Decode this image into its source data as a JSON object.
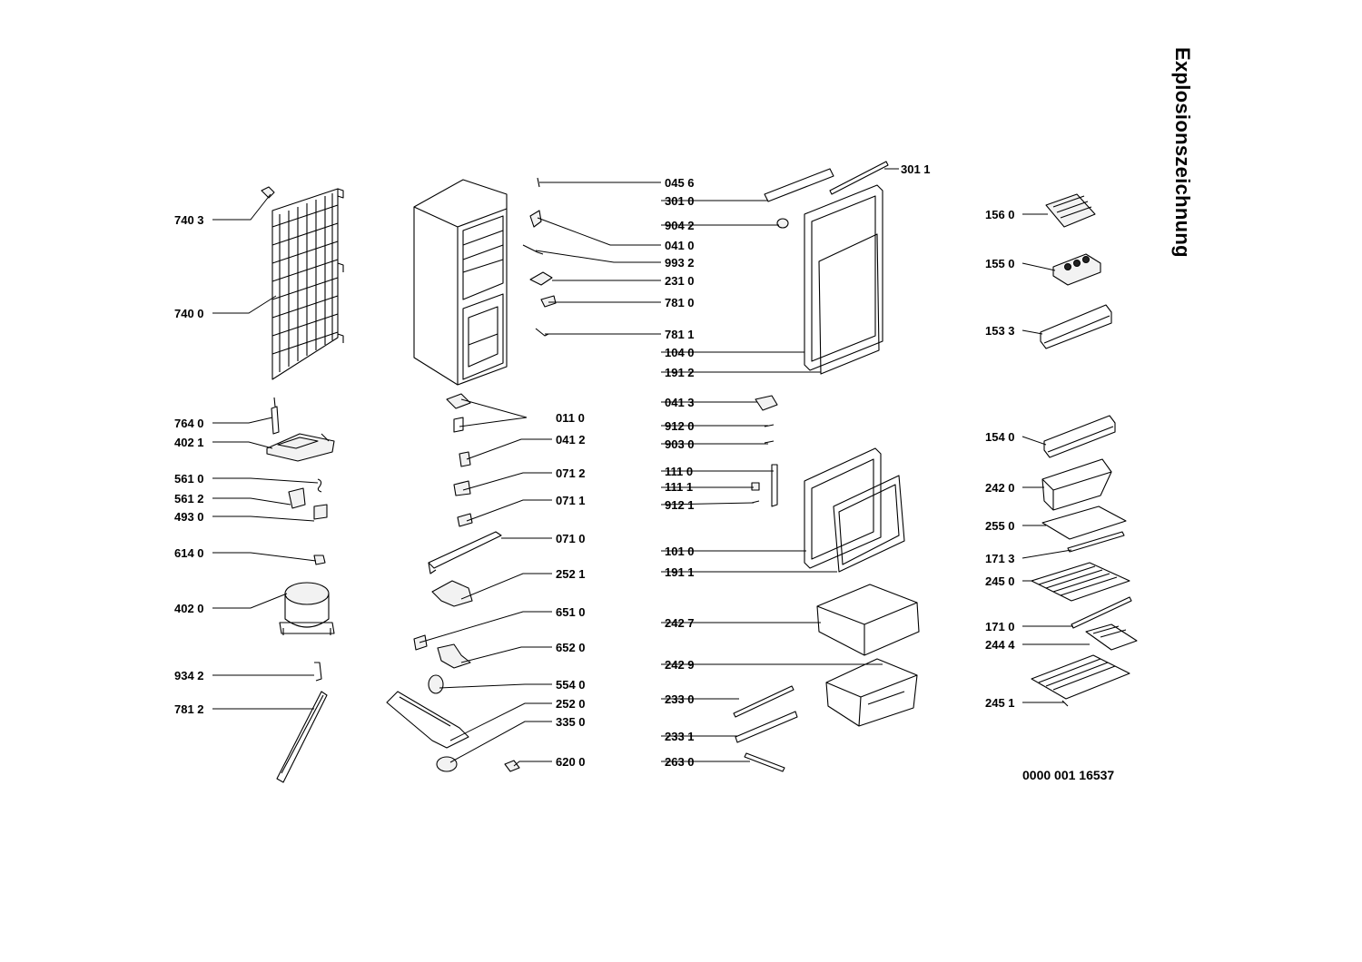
{
  "title": "Explosionszeichnung",
  "document_number": "0000 001 16537",
  "parts": [
    {
      "id": "740 3",
      "name": "part-740-3"
    },
    {
      "id": "740 0",
      "name": "part-740-0"
    },
    {
      "id": "764 0",
      "name": "part-764-0"
    },
    {
      "id": "402 1",
      "name": "part-402-1"
    },
    {
      "id": "561 0",
      "name": "part-561-0"
    },
    {
      "id": "561 2",
      "name": "part-561-2"
    },
    {
      "id": "493 0",
      "name": "part-493-0"
    },
    {
      "id": "614 0",
      "name": "part-614-0"
    },
    {
      "id": "402 0",
      "name": "part-402-0"
    },
    {
      "id": "934 2",
      "name": "part-934-2"
    },
    {
      "id": "781 2",
      "name": "part-781-2"
    },
    {
      "id": "011 0",
      "name": "part-011-0"
    },
    {
      "id": "041 2",
      "name": "part-041-2"
    },
    {
      "id": "071 2",
      "name": "part-071-2"
    },
    {
      "id": "071 1",
      "name": "part-071-1"
    },
    {
      "id": "071 0",
      "name": "part-071-0"
    },
    {
      "id": "252 1",
      "name": "part-252-1"
    },
    {
      "id": "651 0",
      "name": "part-651-0"
    },
    {
      "id": "652 0",
      "name": "part-652-0"
    },
    {
      "id": "554 0",
      "name": "part-554-0"
    },
    {
      "id": "252 0",
      "name": "part-252-0"
    },
    {
      "id": "335 0",
      "name": "part-335-0"
    },
    {
      "id": "620 0",
      "name": "part-620-0"
    },
    {
      "id": "045 6",
      "name": "part-045-6"
    },
    {
      "id": "301 0",
      "name": "part-301-0"
    },
    {
      "id": "904 2",
      "name": "part-904-2"
    },
    {
      "id": "041 0",
      "name": "part-041-0"
    },
    {
      "id": "993 2",
      "name": "part-993-2"
    },
    {
      "id": "231 0",
      "name": "part-231-0"
    },
    {
      "id": "781 0",
      "name": "part-781-0"
    },
    {
      "id": "781 1",
      "name": "part-781-1"
    },
    {
      "id": "104 0",
      "name": "part-104-0"
    },
    {
      "id": "191 2",
      "name": "part-191-2"
    },
    {
      "id": "301 1",
      "name": "part-301-1"
    },
    {
      "id": "041 3",
      "name": "part-041-3"
    },
    {
      "id": "912 0",
      "name": "part-912-0"
    },
    {
      "id": "903 0",
      "name": "part-903-0"
    },
    {
      "id": "111 0",
      "name": "part-111-0"
    },
    {
      "id": "111 1",
      "name": "part-111-1"
    },
    {
      "id": "912 1",
      "name": "part-912-1"
    },
    {
      "id": "101 0",
      "name": "part-101-0"
    },
    {
      "id": "191 1",
      "name": "part-191-1"
    },
    {
      "id": "242 7",
      "name": "part-242-7"
    },
    {
      "id": "242 9",
      "name": "part-242-9"
    },
    {
      "id": "233 0",
      "name": "part-233-0"
    },
    {
      "id": "233 1",
      "name": "part-233-1"
    },
    {
      "id": "263 0",
      "name": "part-263-0"
    },
    {
      "id": "156 0",
      "name": "part-156-0"
    },
    {
      "id": "155 0",
      "name": "part-155-0"
    },
    {
      "id": "153 3",
      "name": "part-153-3"
    },
    {
      "id": "154 0",
      "name": "part-154-0"
    },
    {
      "id": "242 0",
      "name": "part-242-0"
    },
    {
      "id": "255 0",
      "name": "part-255-0"
    },
    {
      "id": "171 3",
      "name": "part-171-3"
    },
    {
      "id": "245 0",
      "name": "part-245-0"
    },
    {
      "id": "171 0",
      "name": "part-171-0"
    },
    {
      "id": "244 4",
      "name": "part-244-4"
    },
    {
      "id": "245 1",
      "name": "part-245-1"
    }
  ]
}
